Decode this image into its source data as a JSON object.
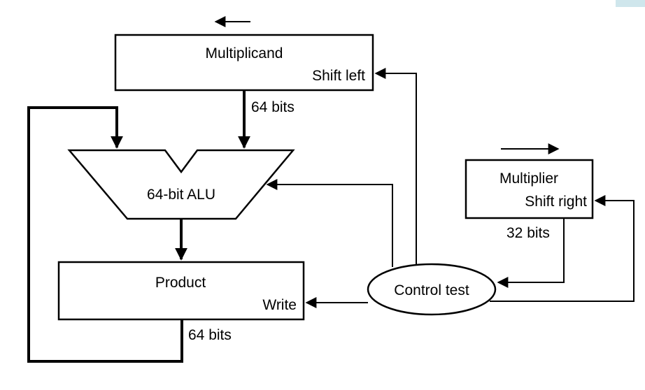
{
  "diagram": {
    "multiplicand": {
      "name": "Multiplicand",
      "op": "Shift left"
    },
    "alu": {
      "name": "64-bit ALU"
    },
    "product": {
      "name": "Product",
      "op": "Write"
    },
    "multiplier": {
      "name": "Multiplier",
      "op": "Shift right"
    },
    "control": {
      "name": "Control test"
    },
    "widths": {
      "multiplicand_to_alu": "64 bits",
      "product_out": "64 bits",
      "multiplier_to_control": "32 bits"
    }
  },
  "colors": {
    "line": "#000000",
    "background": "#ffffff",
    "corner_accent": "#cfe6ec"
  }
}
